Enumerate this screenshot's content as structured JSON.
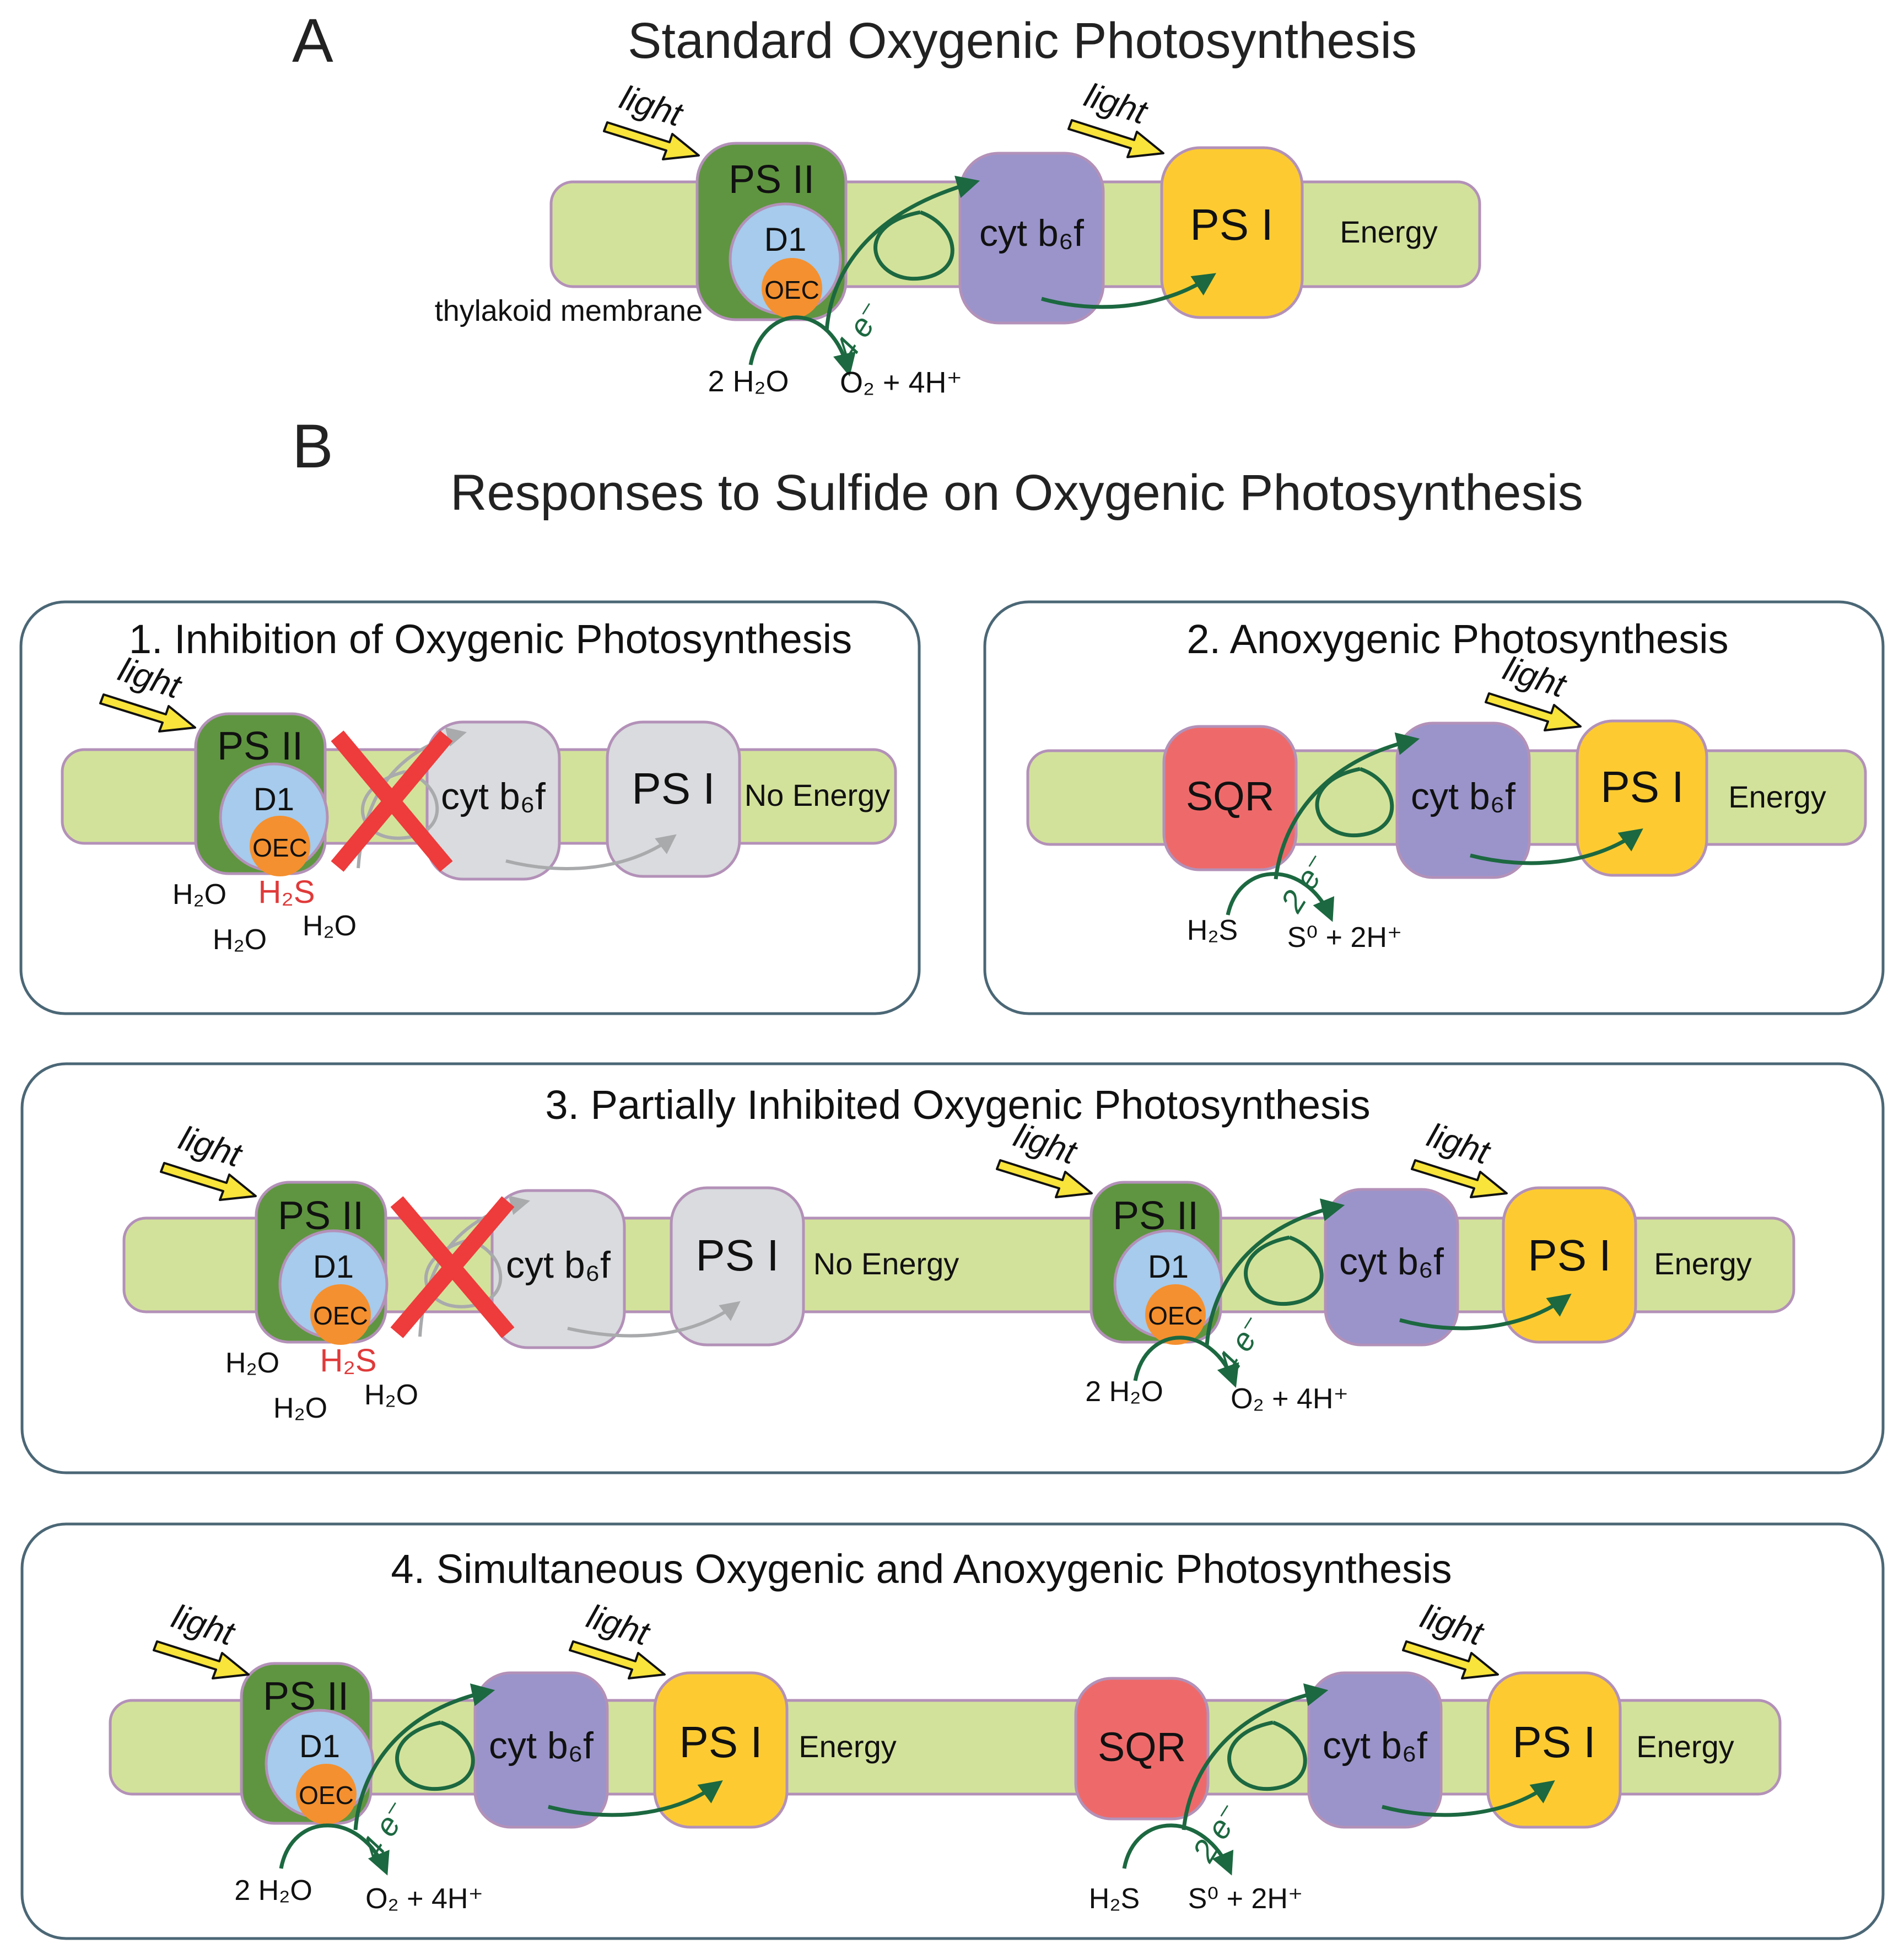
{
  "figure": {
    "panel_a": {
      "letter": "A",
      "title": "Standard Oxygenic Photosynthesis"
    },
    "panel_b": {
      "letter": "B",
      "title": "Responses to Sulfide on Oxygenic Photosynthesis"
    }
  },
  "labels": {
    "light": "light",
    "ps2": "PS II",
    "d1": "D1",
    "oec": "OEC",
    "cyt_b6f": "cyt b₆f",
    "ps1": "PS I",
    "sqr": "SQR",
    "energy": "Energy",
    "no_energy": "No Energy",
    "thylakoid_membrane": "thylakoid membrane",
    "water_in": "2 H₂O",
    "oxygen_out": "O₂ + 4H⁺",
    "h2o": "H₂O",
    "h2s": "H₂S",
    "sulfur_out": "S⁰ + 2H⁺",
    "four_e": "4 e⁻",
    "two_e": "2 e⁻"
  },
  "panels": [
    {
      "title": "1. Inhibition of Oxygenic Photosynthesis"
    },
    {
      "title": "2. Anoxygenic Photosynthesis"
    },
    {
      "title": "3. Partially Inhibited Oxygenic Photosynthesis"
    },
    {
      "title": "4. Simultaneous Oxygenic and Anoxygenic  Photosynthesis"
    }
  ],
  "colors": {
    "membrane": "#d3e29b",
    "membrane_border": "#b391b8",
    "ps2": "#5f9540",
    "d1": "#a6cbec",
    "oec": "#f4902f",
    "cyt_b6f": "#9a94cb",
    "ps1": "#fdcb31",
    "sqr": "#ee6a6a",
    "inactive": "#d9dbde",
    "arrow_active": "#1c6840",
    "arrow_inactive": "#a8aaac",
    "cross": "#ee3b3b",
    "h2s_red": "#e03a3a",
    "panel_border": "#4b6776",
    "light_arrow": "#f8e43a"
  }
}
